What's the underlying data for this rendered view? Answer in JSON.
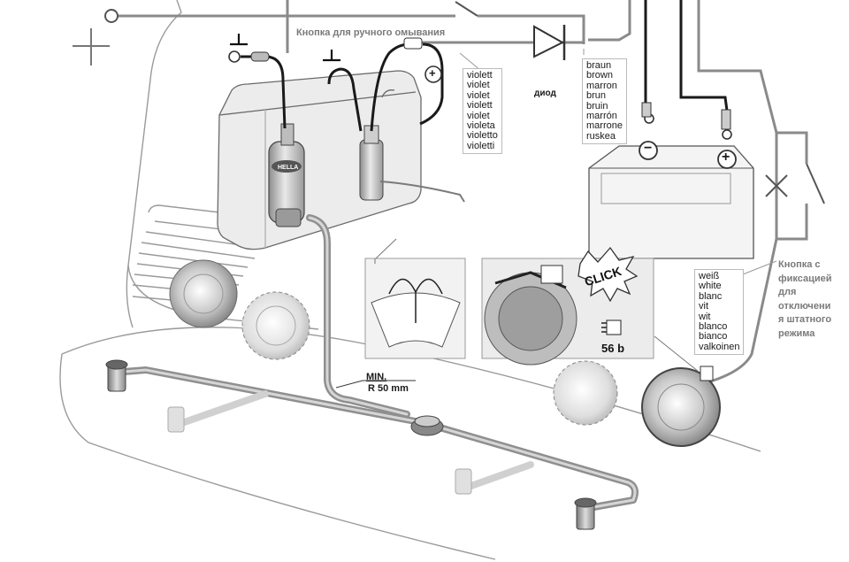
{
  "labels": {
    "manual_wash_button": "Кнопка для ручного омывания",
    "diode": "диод",
    "min_radius": "MIN.",
    "radius_value": "R 50 mm",
    "click": "CLICK",
    "lamp_code": "56 b",
    "latching_button_lines": [
      "Кнопка с",
      "фиксацией",
      "для",
      "отключени",
      "я штатного",
      "режима"
    ],
    "ground_symbol": "⊥",
    "plus_symbol": "+",
    "minus_symbol": "−",
    "brand": "HELLA"
  },
  "wire_colors": {
    "violet": [
      "violett",
      "violet",
      "violet",
      "violett",
      "violet",
      "violeta",
      "violetto",
      "violetti"
    ],
    "brown": [
      "braun",
      "brown",
      "marron",
      "brun",
      "bruin",
      "marrón",
      "marrone",
      "ruskea"
    ],
    "white": [
      "weiß",
      "white",
      "blanc",
      "vit",
      "wit",
      "blanco",
      "bianco",
      "valkoinen"
    ]
  },
  "colors": {
    "line": "#3a3a3a",
    "wire_gray": "#8a8a8a",
    "wire_black": "#1a1a1a",
    "hose": "#9a9a9a",
    "panel": "#e6e6e6"
  }
}
